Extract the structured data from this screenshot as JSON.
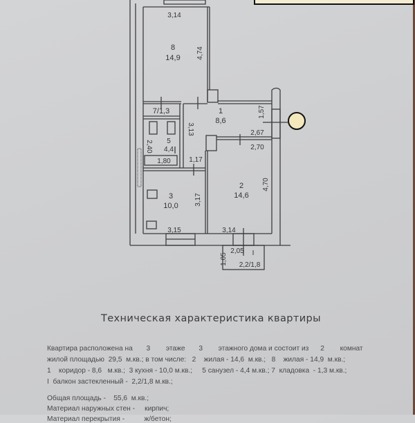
{
  "plan": {
    "rooms": [
      {
        "id": "8",
        "area": "14,9"
      },
      {
        "id": "7/1,3"
      },
      {
        "id": "1",
        "area": "8,6"
      },
      {
        "id": "5",
        "area": "4,4"
      },
      {
        "id": "3",
        "area": "10,0"
      },
      {
        "id": "2",
        "area": "14,6"
      },
      {
        "id": "I",
        "area": "2,2/1,8"
      }
    ],
    "dimensions": [
      "3,14",
      "4,74",
      "1,57",
      "3,13",
      "2,67",
      "2,70",
      "2,40",
      "1,80",
      "1,17",
      "4,70",
      "3,17",
      "3,15",
      "3,14",
      "2,05",
      "1,05"
    ]
  },
  "title": "Техническая характеристика квартиры",
  "description": [
    "Квартира расположена на       3        этаже       3        этажного дома и состоит из      2        комнат",
    "жилой площадью  29,5  м.кв.; в том числе:   2    жилая - 14,6  м.кв.;   8    жилая - 14,9  м.кв.;",
    "1    коридор - 8,6   м.кв.;  3 кухня - 10,0 м.кв.;     5 санузел - 4,4 м.кв.; 7  кладовка  - 1,3 м.кв.;",
    "I  балкон застекленный -  2,2/1,8 м.кв.;",
    "Общая площадь -    55,6  м.кв.;",
    "Материал наружных стен -     кирпич;",
    "Материал перекрытия -          ж/бетон;"
  ],
  "colors": {
    "marker": "#f4e9bd",
    "ink": "#3a3a3c"
  }
}
